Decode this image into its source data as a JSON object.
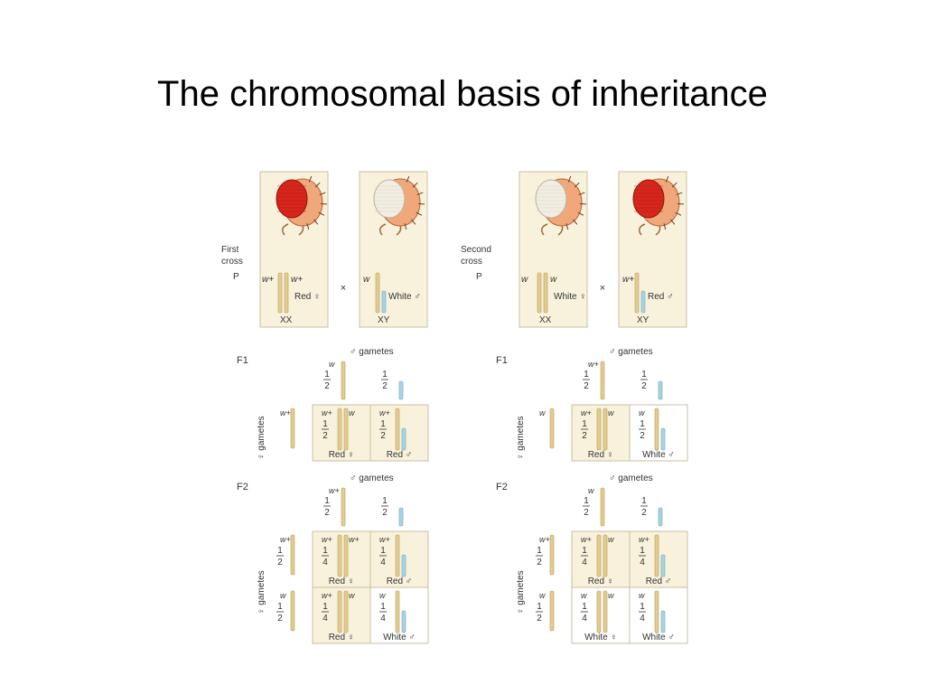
{
  "title": "The chromosomal basis of inheritance",
  "colors": {
    "x_chromosome": "#e3cc8f",
    "y_chromosome": "#a9d3e4",
    "panel_fill": "#f8f2dc",
    "red_eye": "#d9261c",
    "white_eye": "#f3eee3",
    "fly_body": "#f0a77a"
  },
  "crosses": [
    {
      "label": "First cross",
      "generation_p": "P",
      "female": {
        "allele1": "w+",
        "allele2": "w+",
        "phenotype": "Red ♀",
        "karyotype": "XX",
        "eye": "red"
      },
      "cross_symbol": "×",
      "male": {
        "allele": "w",
        "phenotype": "White ♂",
        "karyotype": "XY",
        "eye": "white"
      },
      "f1": {
        "label": "F1",
        "male_gametes_label": "♂ gametes",
        "female_gametes_label": "♀ gametes",
        "male_gametes": [
          {
            "allele": "w",
            "fraction": "1/2",
            "chrom": "X"
          },
          {
            "allele": "",
            "fraction": "1/2",
            "chrom": "Y"
          }
        ],
        "female_gametes": [
          {
            "allele": "w+",
            "fraction": "",
            "chrom": "X"
          }
        ],
        "cells": [
          [
            {
              "allele1": "w+",
              "allele2": "w",
              "fraction": "1/2",
              "phenotype": "Red ♀",
              "type": "XX"
            },
            {
              "allele1": "w+",
              "allele2": "",
              "fraction": "1/2",
              "phenotype": "Red ♂",
              "type": "XY"
            }
          ]
        ]
      },
      "f2": {
        "label": "F2",
        "male_gametes_label": "♂ gametes",
        "female_gametes_label": "♀ gametes",
        "male_gametes": [
          {
            "allele": "w+",
            "fraction": "1/2",
            "chrom": "X"
          },
          {
            "allele": "",
            "fraction": "1/2",
            "chrom": "Y"
          }
        ],
        "female_gametes": [
          {
            "allele": "w+",
            "fraction": "1/2",
            "chrom": "X"
          },
          {
            "allele": "w",
            "fraction": "1/2",
            "chrom": "X"
          }
        ],
        "cells": [
          [
            {
              "allele1": "w+",
              "allele2": "w+",
              "fraction": "1/4",
              "phenotype": "Red ♀",
              "type": "XX"
            },
            {
              "allele1": "w+",
              "allele2": "",
              "fraction": "1/4",
              "phenotype": "Red ♂",
              "type": "XY"
            }
          ],
          [
            {
              "allele1": "w+",
              "allele2": "w",
              "fraction": "1/4",
              "phenotype": "Red ♀",
              "type": "XX"
            },
            {
              "allele1": "w",
              "allele2": "",
              "fraction": "1/4",
              "phenotype": "White ♂",
              "type": "XY"
            }
          ]
        ]
      }
    },
    {
      "label": "Second cross",
      "generation_p": "P",
      "female": {
        "allele1": "w",
        "allele2": "w",
        "phenotype": "White ♀",
        "karyotype": "XX",
        "eye": "white"
      },
      "cross_symbol": "×",
      "male": {
        "allele": "w+",
        "phenotype": "Red ♂",
        "karyotype": "XY",
        "eye": "red"
      },
      "f1": {
        "label": "F1",
        "male_gametes_label": "♂ gametes",
        "female_gametes_label": "♀ gametes",
        "male_gametes": [
          {
            "allele": "w+",
            "fraction": "1/2",
            "chrom": "X"
          },
          {
            "allele": "",
            "fraction": "1/2",
            "chrom": "Y"
          }
        ],
        "female_gametes": [
          {
            "allele": "w",
            "fraction": "",
            "chrom": "X"
          }
        ],
        "cells": [
          [
            {
              "allele1": "w+",
              "allele2": "w",
              "fraction": "1/2",
              "phenotype": "Red ♀",
              "type": "XX"
            },
            {
              "allele1": "w",
              "allele2": "",
              "fraction": "1/2",
              "phenotype": "White ♂",
              "type": "XY"
            }
          ]
        ]
      },
      "f2": {
        "label": "F2",
        "male_gametes_label": "♂ gametes",
        "female_gametes_label": "♀ gametes",
        "male_gametes": [
          {
            "allele": "w",
            "fraction": "1/2",
            "chrom": "X"
          },
          {
            "allele": "",
            "fraction": "1/2",
            "chrom": "Y"
          }
        ],
        "female_gametes": [
          {
            "allele": "w+",
            "fraction": "1/2",
            "chrom": "X"
          },
          {
            "allele": "w",
            "fraction": "1/2",
            "chrom": "X"
          }
        ],
        "cells": [
          [
            {
              "allele1": "w+",
              "allele2": "w",
              "fraction": "1/4",
              "phenotype": "Red ♀",
              "type": "XX"
            },
            {
              "allele1": "w+",
              "allele2": "",
              "fraction": "1/4",
              "phenotype": "Red ♂",
              "type": "XY"
            }
          ],
          [
            {
              "allele1": "w",
              "allele2": "w",
              "fraction": "1/4",
              "phenotype": "White ♀",
              "type": "XX"
            },
            {
              "allele1": "w",
              "allele2": "",
              "fraction": "1/4",
              "phenotype": "White ♂",
              "type": "XY"
            }
          ]
        ]
      }
    }
  ]
}
